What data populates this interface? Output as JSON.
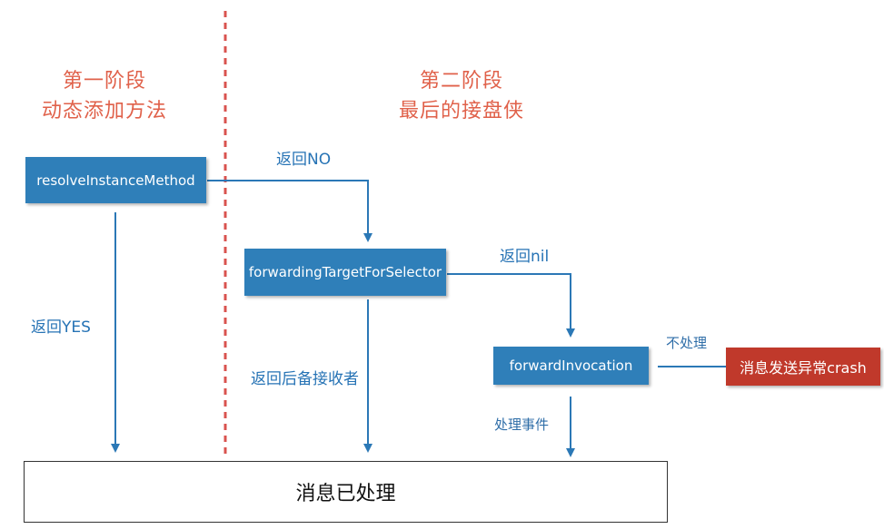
{
  "stage1": {
    "line1": "第一阶段",
    "line2": "动态添加方法"
  },
  "stage2": {
    "line1": "第二阶段",
    "line2": "最后的接盘侠"
  },
  "nodes": {
    "resolve": "resolveInstanceMethod",
    "forwarding_target": "forwardingTargetForSelector",
    "forward_invocation": "forwardInvocation",
    "crash": "消息发送异常crash",
    "handled": "消息已处理"
  },
  "labels": {
    "return_no": "返回NO",
    "return_yes": "返回YES",
    "return_nil": "返回nil",
    "return_backup": "返回后备接收者",
    "not_handled": "不处理",
    "handle_event": "处理事件"
  },
  "colors": {
    "stage_title": "#e0614a",
    "node_blue": "#2f7fb9",
    "node_red": "#c0392b",
    "arrow": "#2b78b6",
    "divider": "#d9534f"
  }
}
